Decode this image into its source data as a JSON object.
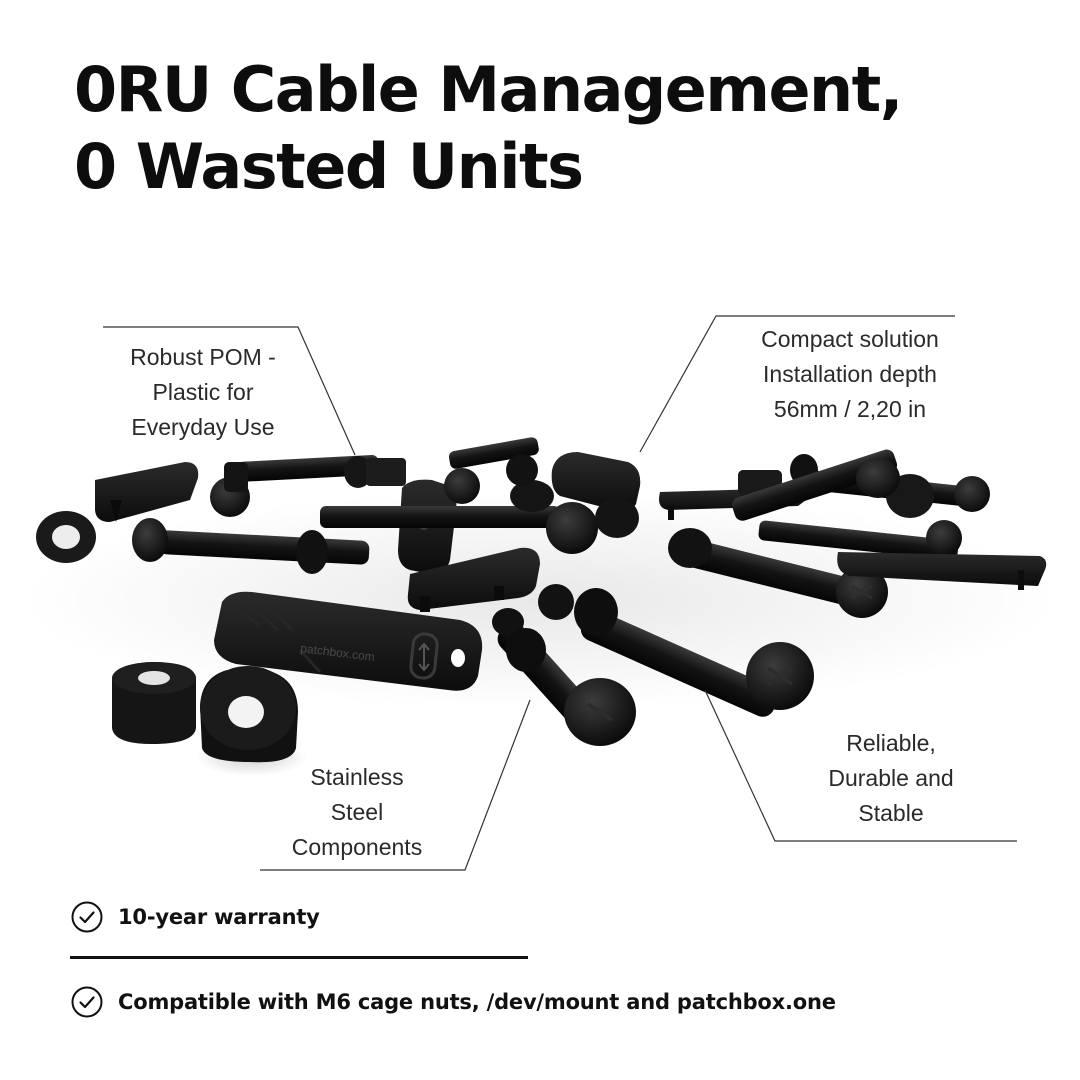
{
  "headline": {
    "line1": "0RU Cable Management,",
    "line2": "0 Wasted Units"
  },
  "product": {
    "imprint": "patchbox.com",
    "part_color": "#141414"
  },
  "callouts": {
    "material": [
      "Robust POM -",
      "Plastic for",
      "Everyday Use"
    ],
    "compact": [
      "Compact solution",
      "Installation depth",
      "56mm / 2,20 in"
    ],
    "steel": [
      "Stainless",
      "Steel",
      "Components"
    ],
    "reliable": [
      "Reliable,",
      "Durable and",
      "Stable"
    ]
  },
  "features": [
    {
      "icon": "check-circle-icon",
      "text": "10-year warranty"
    },
    {
      "icon": "check-circle-icon",
      "text": "Compatible with M6 cage nuts, /dev/mount and patchbox.one"
    }
  ],
  "colors": {
    "text": "#111111",
    "callout_text": "#2a2a2a",
    "leader_line": "#333333",
    "background": "#ffffff"
  }
}
